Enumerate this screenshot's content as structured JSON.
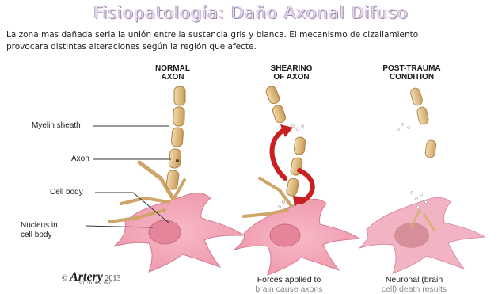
{
  "slide": {
    "title": "Fisiopatología: Daño Axonal Difuso",
    "intro_line1": "La zona mas dañada seria la unión entre la sustancia gris y blanca. El mecanismo de cizallamiento",
    "intro_line2": "provocara distintas alteraciones según la región que afecte."
  },
  "figure": {
    "panels": [
      {
        "heading_line1": "NORMAL",
        "heading_line2": "AXON"
      },
      {
        "heading_line1": "SHEARING",
        "heading_line2": "OF AXON"
      },
      {
        "heading_line1": "POST-TRAUMA",
        "heading_line2": "CONDITION"
      }
    ],
    "labels": {
      "myelin": "Myelin sheath",
      "axon": "Axon",
      "cell_body": "Cell body",
      "nucleus_line1": "Nucleus in",
      "nucleus_line2": "cell body"
    },
    "captions": {
      "shearing_line1": "Forces applied to",
      "shearing_line2": "brain cause axons",
      "post_line1": "Neuronal (brain",
      "post_line2": "cell) death results"
    },
    "copyright": {
      "symbol": "©",
      "brand": "Artery",
      "year": "2013",
      "studio": "STUDIOS INC."
    },
    "colors": {
      "myelin": "#e2c28a",
      "myelin_dark": "#b8904e",
      "cell_body": "#f2a8b8",
      "nucleus": "#e07a8e",
      "arrow": "#c82020"
    }
  }
}
